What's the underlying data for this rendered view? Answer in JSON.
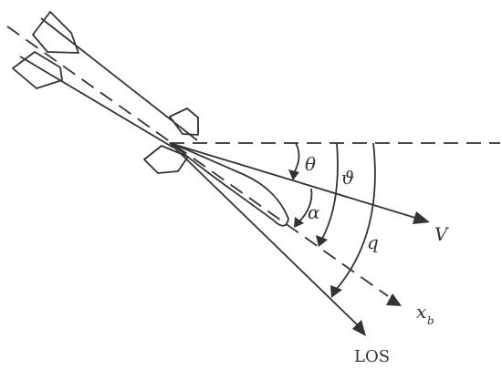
{
  "diagram": {
    "labels": {
      "theta": "θ",
      "vartheta": "ϑ",
      "alpha": "α",
      "q": "q",
      "V": "V",
      "xb_main": "x",
      "xb_sub": "b",
      "LOS": "LOS"
    },
    "colors": {
      "stroke": "#333333",
      "background": "#ffffff"
    }
  }
}
